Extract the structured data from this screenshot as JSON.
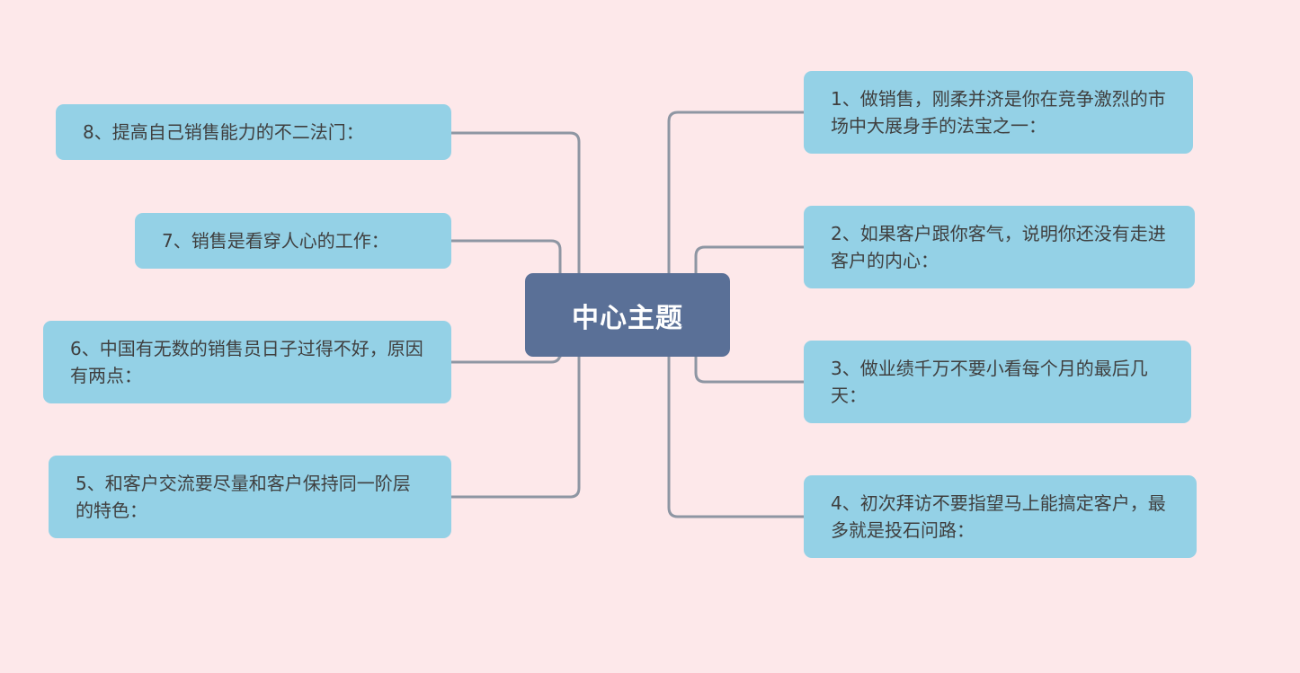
{
  "mindmap": {
    "central_topic": "中心主题",
    "branches": [
      {
        "text": "1、做销售，刚柔并济是你在竞争激烈的市场中大展身手的法宝之一："
      },
      {
        "text": "2、如果客户跟你客气，说明你还没有走进客户的内心："
      },
      {
        "text": "3、做业绩千万不要小看每个月的最后几天："
      },
      {
        "text": "4、初次拜访不要指望马上能搞定客户，最多就是投石问路："
      },
      {
        "text": "5、和客户交流要尽量和客户保持同一阶层的特色："
      },
      {
        "text": "6、中国有无数的销售员日子过得不好，原因有两点："
      },
      {
        "text": "7、销售是看穿人心的工作："
      },
      {
        "text": "8、提高自己销售能力的不二法门："
      }
    ]
  },
  "colors": {
    "background": "#fde8ea",
    "central_fill": "#5a7097",
    "branch_fill": "#94d1e6",
    "connector": "#8e96a3"
  }
}
